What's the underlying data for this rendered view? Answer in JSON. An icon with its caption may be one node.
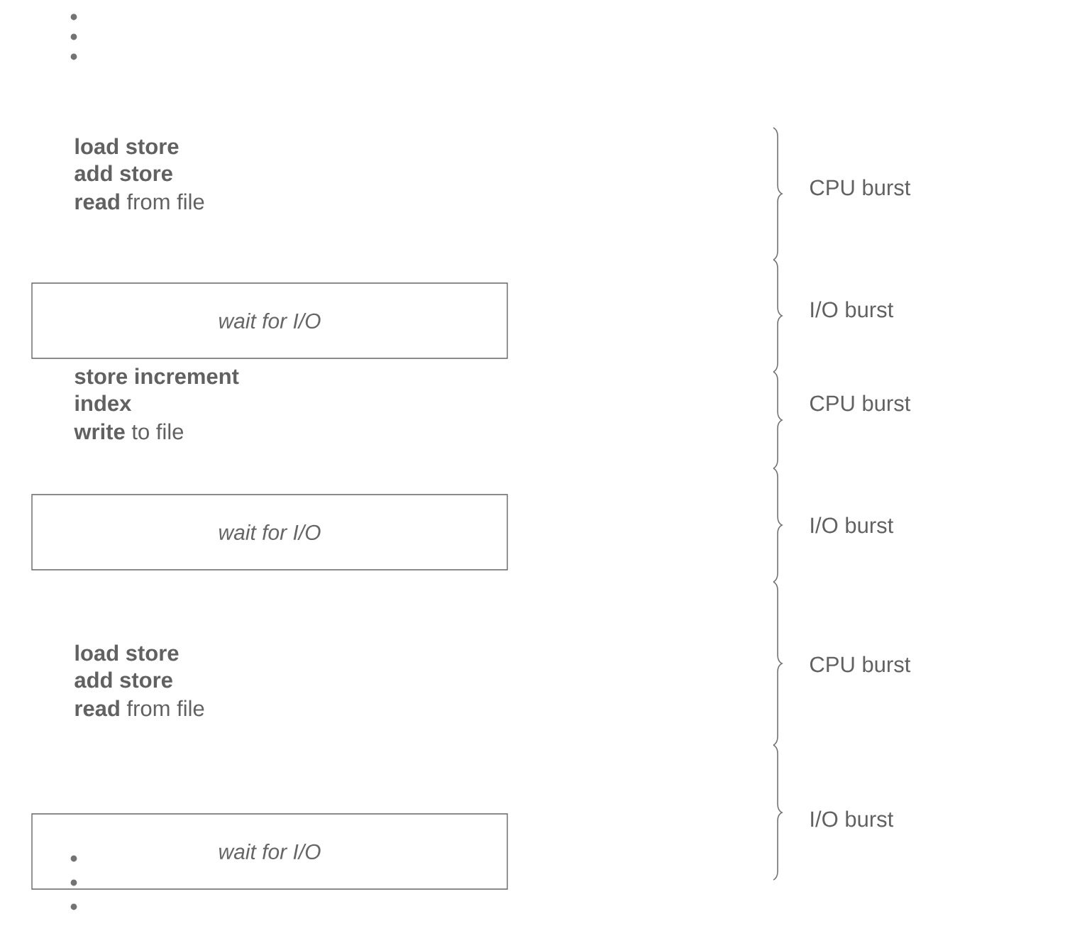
{
  "diagram": {
    "nodes": [
      {
        "text": [
          "wait for I/O"
        ]
      },
      {
        "text": [
          "wait for I/O"
        ]
      },
      {
        "text": [
          "wait for I/O"
        ]
      }
    ],
    "labels": [
      "load store",
      "add store",
      "**read** from file",
      "CPU burst",
      "I/O burst",
      "store increment",
      "index",
      "**write** to file",
      "CPU burst",
      "I/O burst",
      "load store",
      "add store",
      "**read** from file",
      "CPU burst",
      "I/O burst"
    ]
  }
}
